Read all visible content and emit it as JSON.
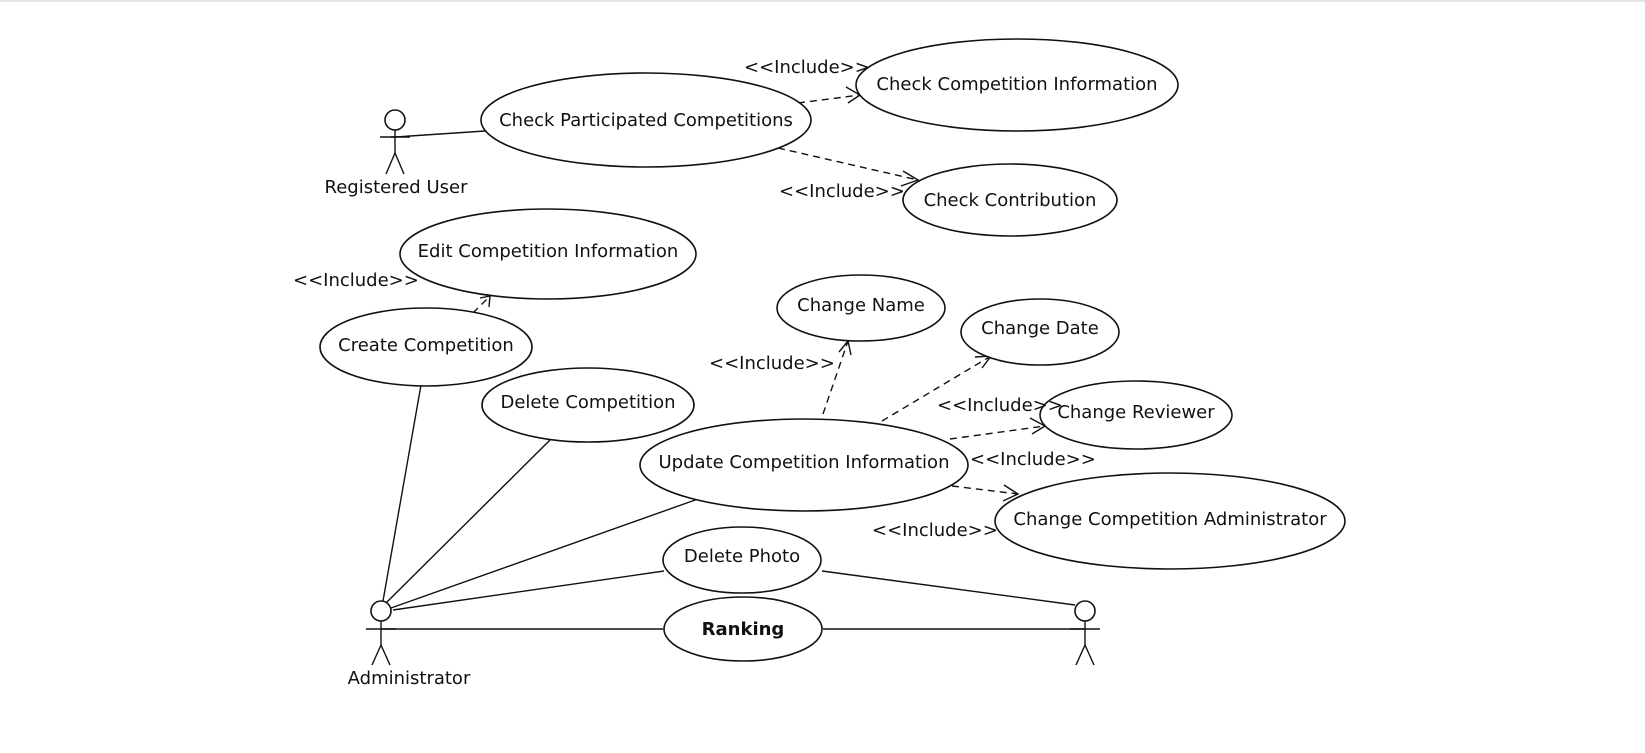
{
  "diagram": {
    "actors": [
      {
        "id": "registered_user",
        "label": "Registered User"
      },
      {
        "id": "administrator",
        "label": "Administrator"
      },
      {
        "id": "unnamed_actor",
        "label": ""
      }
    ],
    "use_cases": [
      {
        "id": "check_participated",
        "label": "Check Participated Competitions"
      },
      {
        "id": "check_comp_info",
        "label": "Check Competition Information"
      },
      {
        "id": "check_contribution",
        "label": "Check Contribution"
      },
      {
        "id": "edit_comp_info",
        "label": "Edit Competition Information"
      },
      {
        "id": "create_comp",
        "label": "Create Competition"
      },
      {
        "id": "delete_comp",
        "label": "Delete Competition"
      },
      {
        "id": "update_comp_info",
        "label": "Update Competition Information"
      },
      {
        "id": "change_name",
        "label": "Change Name"
      },
      {
        "id": "change_date",
        "label": "Change Date"
      },
      {
        "id": "change_reviewer",
        "label": "Change Reviewer"
      },
      {
        "id": "change_admin",
        "label": "Change Competition Administrator"
      },
      {
        "id": "delete_photo",
        "label": "Delete Photo"
      },
      {
        "id": "ranking",
        "label": "Ranking"
      }
    ],
    "include_label": "<<Include>>",
    "associations": [
      {
        "from": "registered_user",
        "to": "check_participated"
      },
      {
        "from": "administrator",
        "to": "create_comp"
      },
      {
        "from": "administrator",
        "to": "delete_comp"
      },
      {
        "from": "administrator",
        "to": "update_comp_info"
      },
      {
        "from": "administrator",
        "to": "delete_photo"
      },
      {
        "from": "administrator",
        "to": "ranking"
      },
      {
        "from": "unnamed_actor",
        "to": "delete_photo"
      },
      {
        "from": "unnamed_actor",
        "to": "ranking"
      }
    ],
    "includes": [
      {
        "from": "check_participated",
        "to": "check_comp_info"
      },
      {
        "from": "check_participated",
        "to": "check_contribution"
      },
      {
        "from": "create_comp",
        "to": "edit_comp_info"
      },
      {
        "from": "update_comp_info",
        "to": "change_name"
      },
      {
        "from": "update_comp_info",
        "to": "change_date"
      },
      {
        "from": "update_comp_info",
        "to": "change_reviewer"
      },
      {
        "from": "update_comp_info",
        "to": "change_admin"
      }
    ]
  }
}
